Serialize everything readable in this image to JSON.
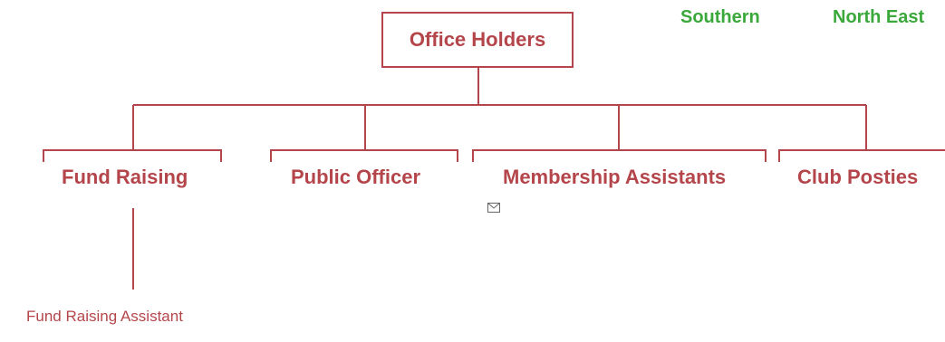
{
  "colors": {
    "accent": "#b4464b",
    "region_text": "#3aa83a"
  },
  "regions": {
    "southern": "Southern",
    "north_east": "North East"
  },
  "root": {
    "label": "Office Holders"
  },
  "children": {
    "fund_raising": "Fund Raising",
    "public_officer": "Public Officer",
    "membership_assistants": "Membership Assistants",
    "club_posties": "Club Posties"
  },
  "membership_icon": "mail-icon",
  "sub_children": {
    "fund_raising_assistant": "Fund Raising Assistant"
  }
}
